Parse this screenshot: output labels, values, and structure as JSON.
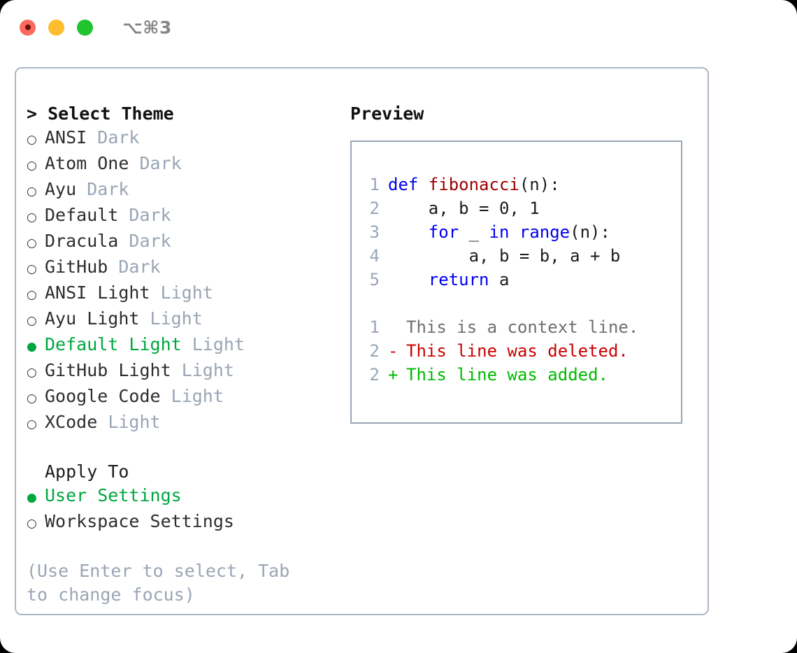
{
  "titlebar": {
    "shortcut": "⌥⌘3",
    "dots": [
      {
        "name": "close-button",
        "color": "#fa6a5e"
      },
      {
        "name": "minimize-button",
        "color": "#febd2e"
      },
      {
        "name": "maximize-button",
        "color": "#1fc42f"
      }
    ]
  },
  "theme_picker": {
    "header": "> Select Theme",
    "items": [
      {
        "marker": "○",
        "name": "ANSI",
        "badge": "Dark",
        "selected": false
      },
      {
        "marker": "○",
        "name": "Atom One",
        "badge": "Dark",
        "selected": false
      },
      {
        "marker": "○",
        "name": "Ayu",
        "badge": "Dark",
        "selected": false
      },
      {
        "marker": "○",
        "name": "Default",
        "badge": "Dark",
        "selected": false
      },
      {
        "marker": "○",
        "name": "Dracula",
        "badge": "Dark",
        "selected": false
      },
      {
        "marker": "○",
        "name": "GitHub",
        "badge": "Dark",
        "selected": false
      },
      {
        "marker": "○",
        "name": "ANSI Light",
        "badge": "Light",
        "selected": false
      },
      {
        "marker": "○",
        "name": "Ayu Light",
        "badge": "Light",
        "selected": false
      },
      {
        "marker": "●",
        "name": "Default Light",
        "badge": "Light",
        "selected": true
      },
      {
        "marker": "○",
        "name": "GitHub Light",
        "badge": "Light",
        "selected": false
      },
      {
        "marker": "○",
        "name": "Google Code",
        "badge": "Light",
        "selected": false
      },
      {
        "marker": "○",
        "name": "XCode",
        "badge": "Light",
        "selected": false
      }
    ],
    "apply_to": {
      "header": "Apply To",
      "options": [
        {
          "marker": "●",
          "label": "User Settings",
          "selected": true
        },
        {
          "marker": "○",
          "label": "Workspace Settings",
          "selected": false
        }
      ]
    },
    "hint": "(Use Enter to select, Tab to change focus)"
  },
  "preview": {
    "header": "Preview",
    "code": [
      {
        "lineno": "1",
        "tokens": [
          {
            "text": "def ",
            "type": "kw"
          },
          {
            "text": "fibonacci",
            "type": "fn"
          },
          {
            "text": "(n):",
            "type": "pl"
          }
        ]
      },
      {
        "lineno": "2",
        "tokens": [
          {
            "text": "    a, b = 0, 1",
            "type": "pl"
          }
        ]
      },
      {
        "lineno": "3",
        "tokens": [
          {
            "text": "    ",
            "type": "pl"
          },
          {
            "text": "for",
            "type": "kw"
          },
          {
            "text": " _ ",
            "type": "pl"
          },
          {
            "text": "in",
            "type": "kw"
          },
          {
            "text": " ",
            "type": "pl"
          },
          {
            "text": "range",
            "type": "kw"
          },
          {
            "text": "(n):",
            "type": "pl"
          }
        ]
      },
      {
        "lineno": "4",
        "tokens": [
          {
            "text": "        a, b = b, a + b",
            "type": "pl"
          }
        ]
      },
      {
        "lineno": "5",
        "tokens": [
          {
            "text": "    ",
            "type": "pl"
          },
          {
            "text": "return",
            "type": "kw"
          },
          {
            "text": " a",
            "type": "pl"
          }
        ]
      }
    ],
    "diff": [
      {
        "lineno": "1",
        "sign": " ",
        "text": "This is a context line.",
        "kind": "context"
      },
      {
        "lineno": "2",
        "sign": "-",
        "text": "This line was deleted.",
        "kind": "deleted"
      },
      {
        "lineno": "2",
        "sign": "+",
        "text": "This line was added.",
        "kind": "added"
      }
    ]
  },
  "colors": {
    "accent_green": "#00a63f",
    "muted_gray": "#9aa5b5",
    "keyword_blue": "#0000ee",
    "function_red": "#9b0000",
    "diff_deleted": "#cc0000",
    "diff_added": "#00bb00",
    "border": "#aeb7c4"
  }
}
